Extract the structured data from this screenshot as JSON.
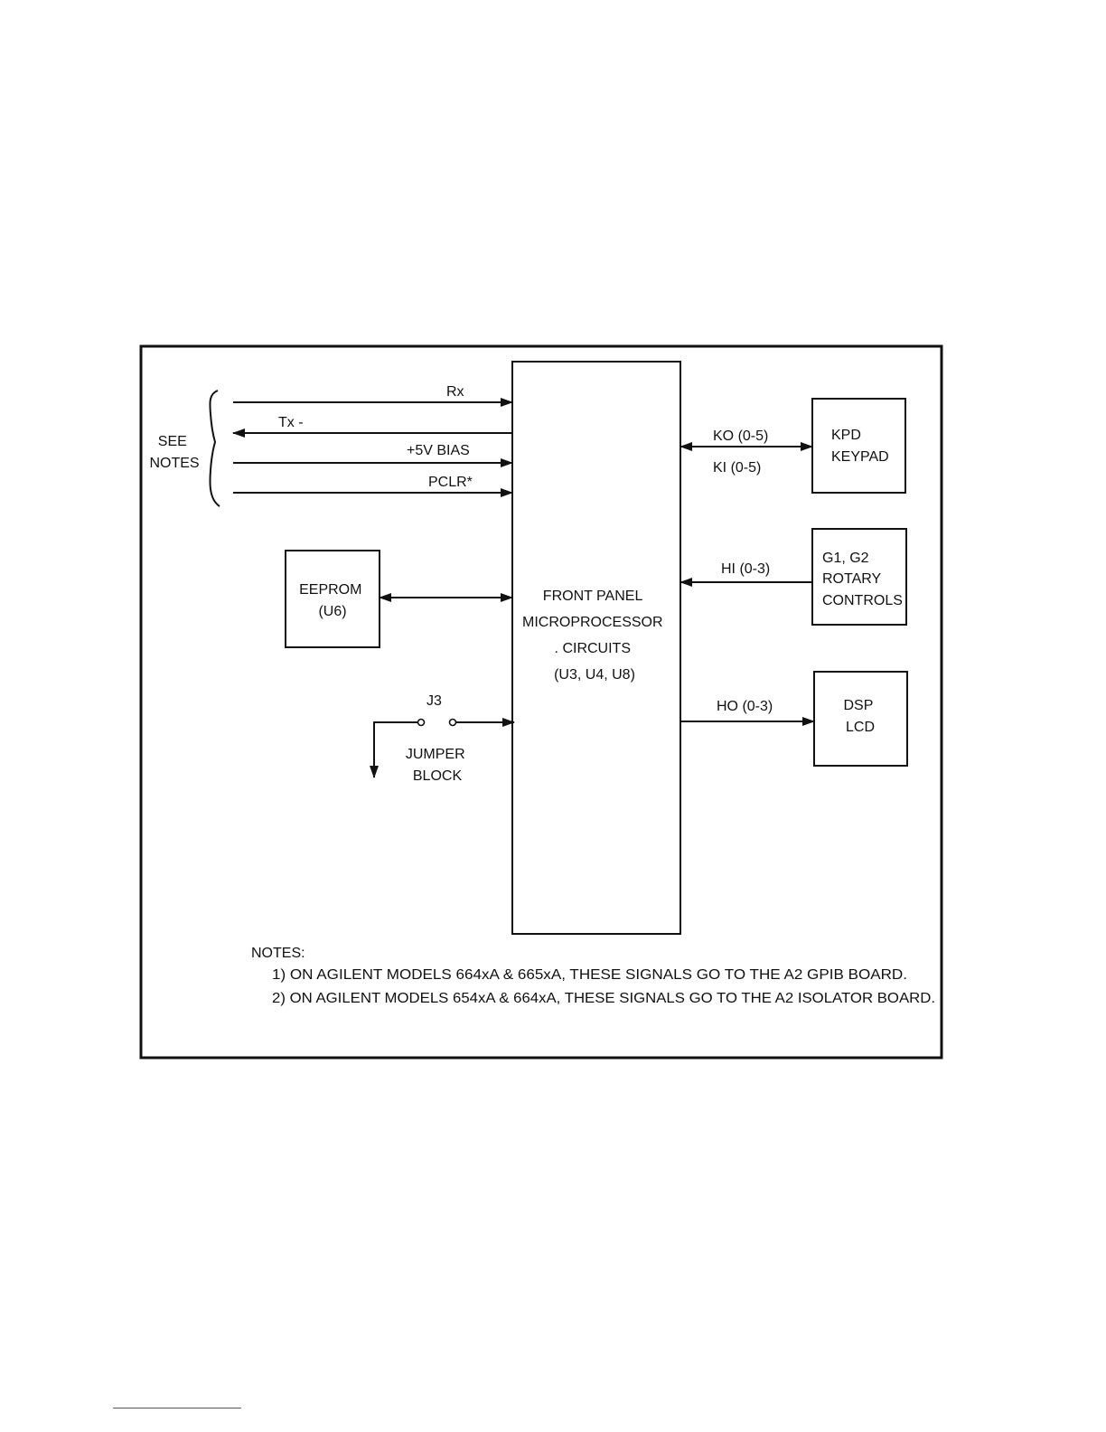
{
  "signals_left": {
    "rx": "Rx",
    "tx": "Tx  -",
    "bias": "+5V BIAS",
    "pclr": "PCLR*",
    "see_notes": [
      "SEE",
      "NOTES"
    ]
  },
  "eeprom": {
    "lines": [
      "EEPROM",
      "(U6)"
    ]
  },
  "processor": {
    "lines": [
      "FRONT PANEL",
      "MICROPROCESSOR",
      ". CIRCUITS",
      "(U3, U4, U8)"
    ]
  },
  "jumper": {
    "ref": "J3",
    "lines": [
      "JUMPER",
      "BLOCK"
    ]
  },
  "keypad": {
    "ko": "KO (0-5)",
    "ki": "KI (0-5)",
    "lines": [
      "KPD",
      "KEYPAD"
    ]
  },
  "rotary": {
    "hi": "HI (0-3)",
    "lines": [
      "G1, G2",
      "ROTARY",
      "CONTROLS"
    ]
  },
  "display": {
    "ho": "HO (0-3)",
    "lines": [
      "DSP",
      "LCD"
    ]
  },
  "notes": {
    "heading": "NOTES:",
    "items": [
      "1) ON AGILENT MODELS 664xA & 665xA, THESE SIGNALS GO TO THE A2 GPIB BOARD.",
      "2) ON AGILENT MODELS 654xA & 664xA, THESE SIGNALS GO TO THE A2 ISOLATOR BOARD."
    ]
  }
}
